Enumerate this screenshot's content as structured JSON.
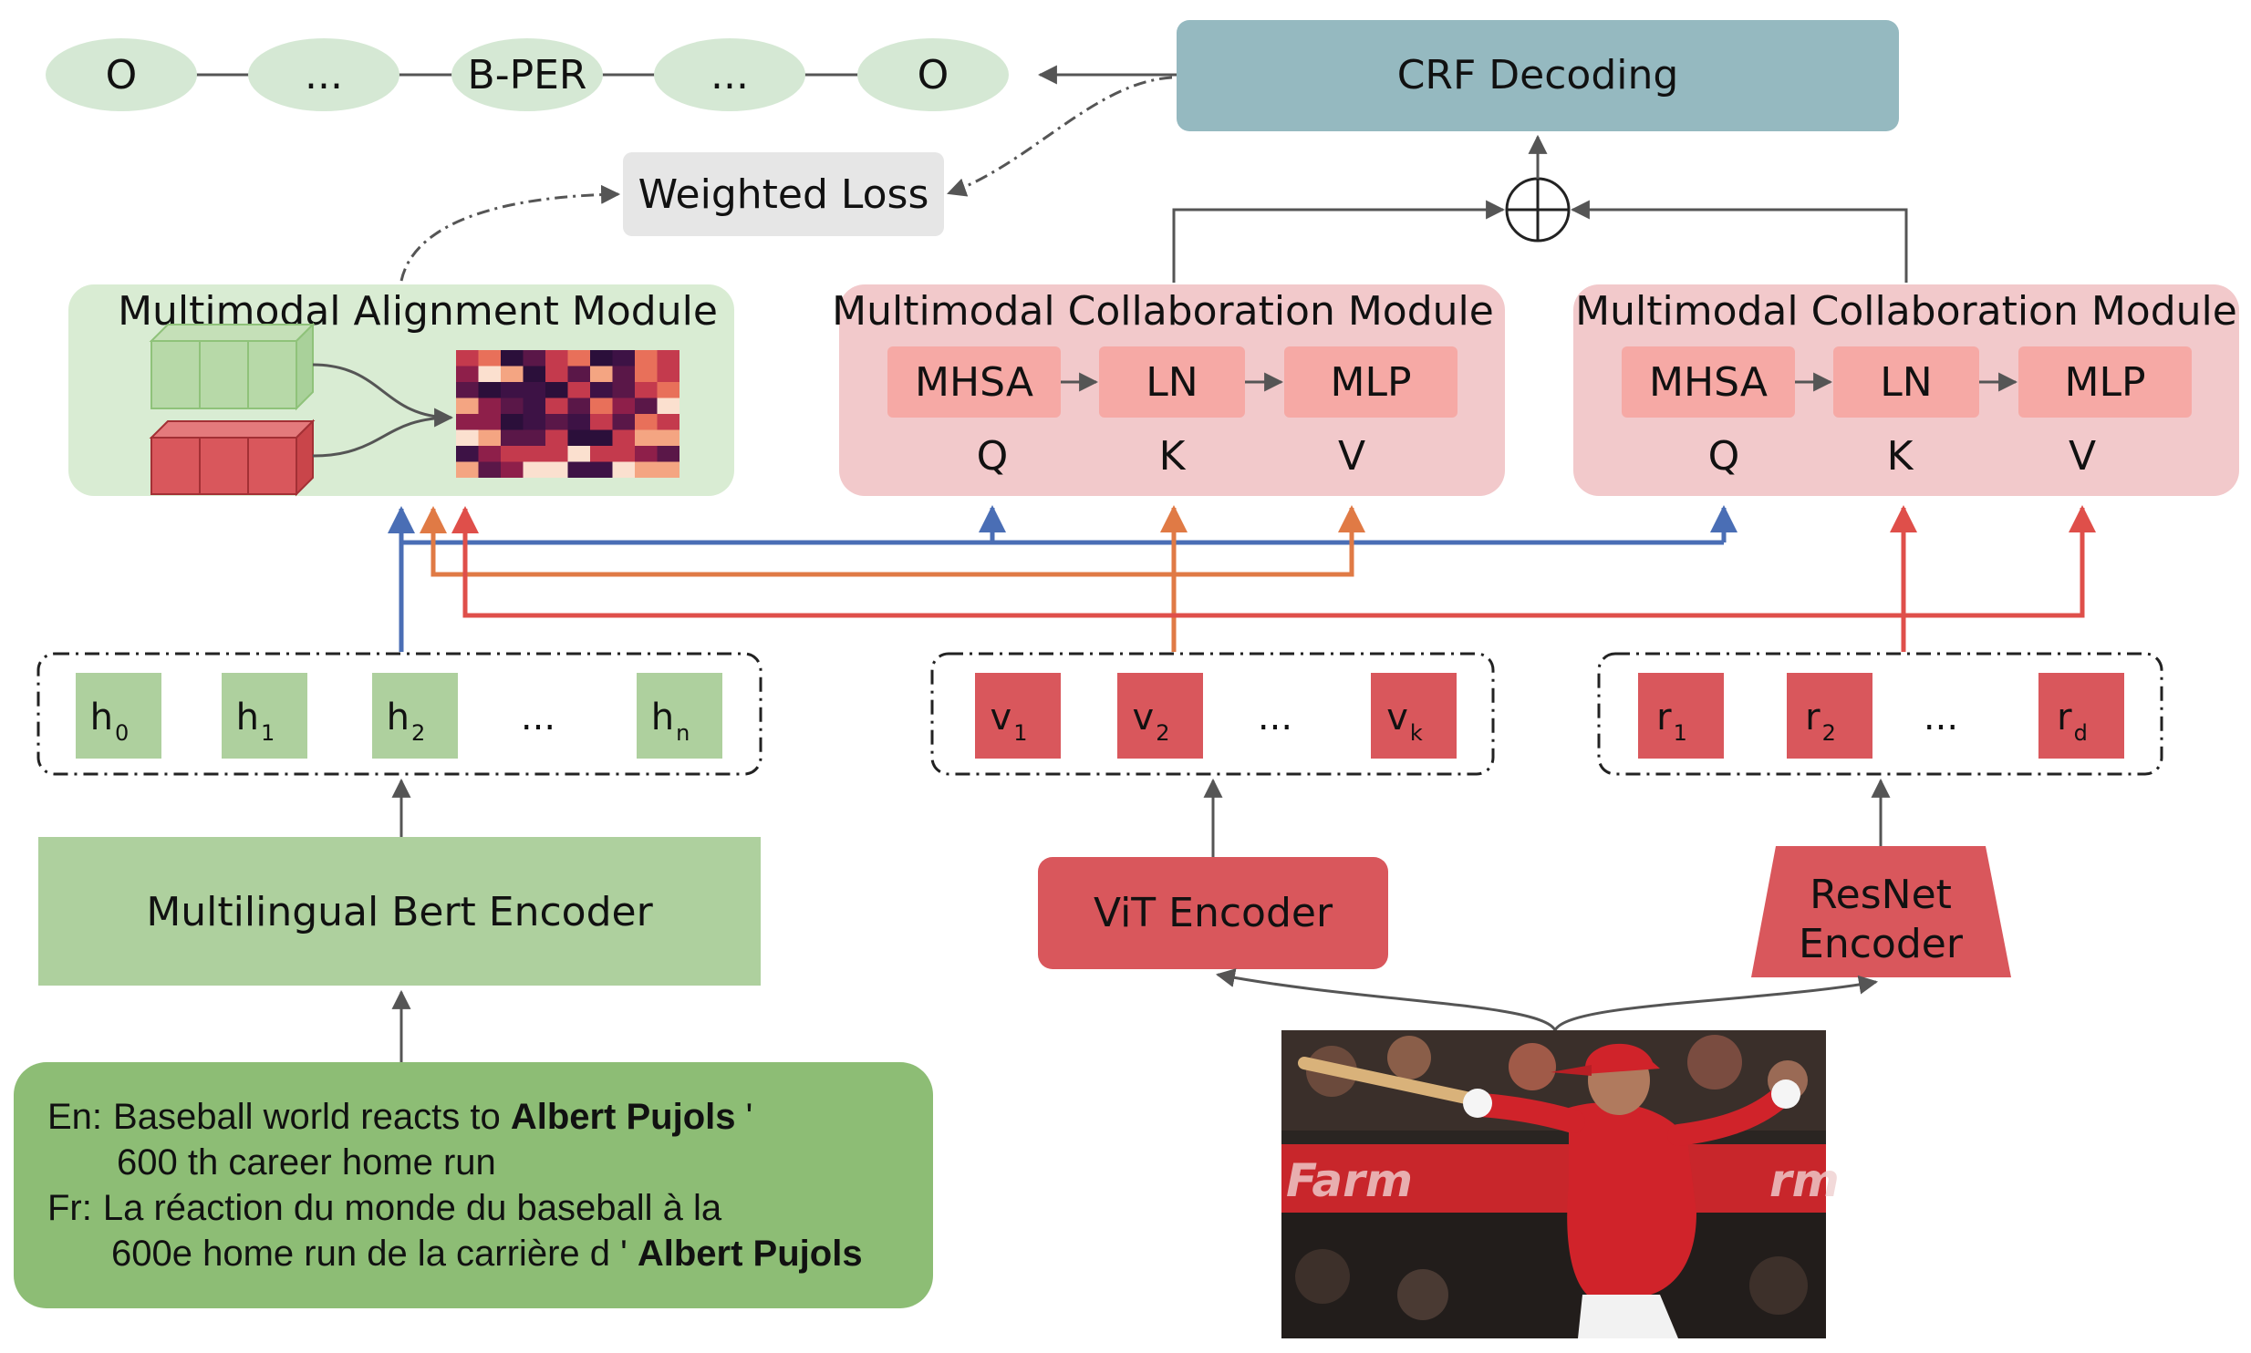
{
  "output_tags": [
    "O",
    "...",
    "B-PER",
    "...",
    "O"
  ],
  "crf": {
    "label": "CRF Decoding"
  },
  "loss": {
    "label": "Weighted Loss"
  },
  "alignment": {
    "title": "Multimodal Alignment Module"
  },
  "collab": [
    {
      "title": "Multimodal Collaboration Module",
      "blocks": [
        "MHSA",
        "LN",
        "MLP"
      ],
      "qkv": [
        "Q",
        "K",
        "V"
      ]
    },
    {
      "title": "Multimodal Collaboration Module",
      "blocks": [
        "MHSA",
        "LN",
        "MLP"
      ],
      "qkv": [
        "Q",
        "K",
        "V"
      ]
    }
  ],
  "text_tokens": [
    {
      "base": "h",
      "sub": "0"
    },
    {
      "base": "h",
      "sub": "1"
    },
    {
      "base": "h",
      "sub": "2"
    },
    {
      "ellipsis": "..."
    },
    {
      "base": "h",
      "sub": "n"
    }
  ],
  "vit_tokens": [
    {
      "base": "v",
      "sub": "1"
    },
    {
      "base": "v",
      "sub": "2"
    },
    {
      "ellipsis": "..."
    },
    {
      "base": "v",
      "sub": "k"
    }
  ],
  "res_tokens": [
    {
      "base": "r",
      "sub": "1"
    },
    {
      "base": "r",
      "sub": "2"
    },
    {
      "ellipsis": "..."
    },
    {
      "base": "r",
      "sub": "d"
    }
  ],
  "encoders": {
    "bert": "Multilingual Bert Encoder",
    "vit": "ViT Encoder",
    "resnet_line1": "ResNet",
    "resnet_line2": "Encoder"
  },
  "input_text": {
    "en_prefix": "En:",
    "en_line1_a": "Baseball world reacts to ",
    "en_line1_bold": "Albert Pujols",
    "en_line1_b": " '",
    "en_line2": "600 th career home run",
    "fr_prefix": "Fr:",
    "fr_line1": "La réaction du monde du baseball à la",
    "fr_line2_a": "600e home run de la carrière d ' ",
    "fr_line2_bold": "Albert Pujols"
  },
  "photo": {
    "banner_left": "Farm",
    "banner_right": "rm"
  },
  "colors": {
    "green_light": "#d5e8d4",
    "green_box": "#aed09e",
    "green_dark": "#8dbd75",
    "green_panel": "#d9ecd3",
    "crf": "#95b9c0",
    "pink_panel": "#f2c9cb",
    "pink_block": "#f6a9a5",
    "red": "#d9575c",
    "blue": "#4a6eb5",
    "orange": "#e07a45",
    "red_line": "#df4f4a",
    "gray_line": "#555555"
  }
}
